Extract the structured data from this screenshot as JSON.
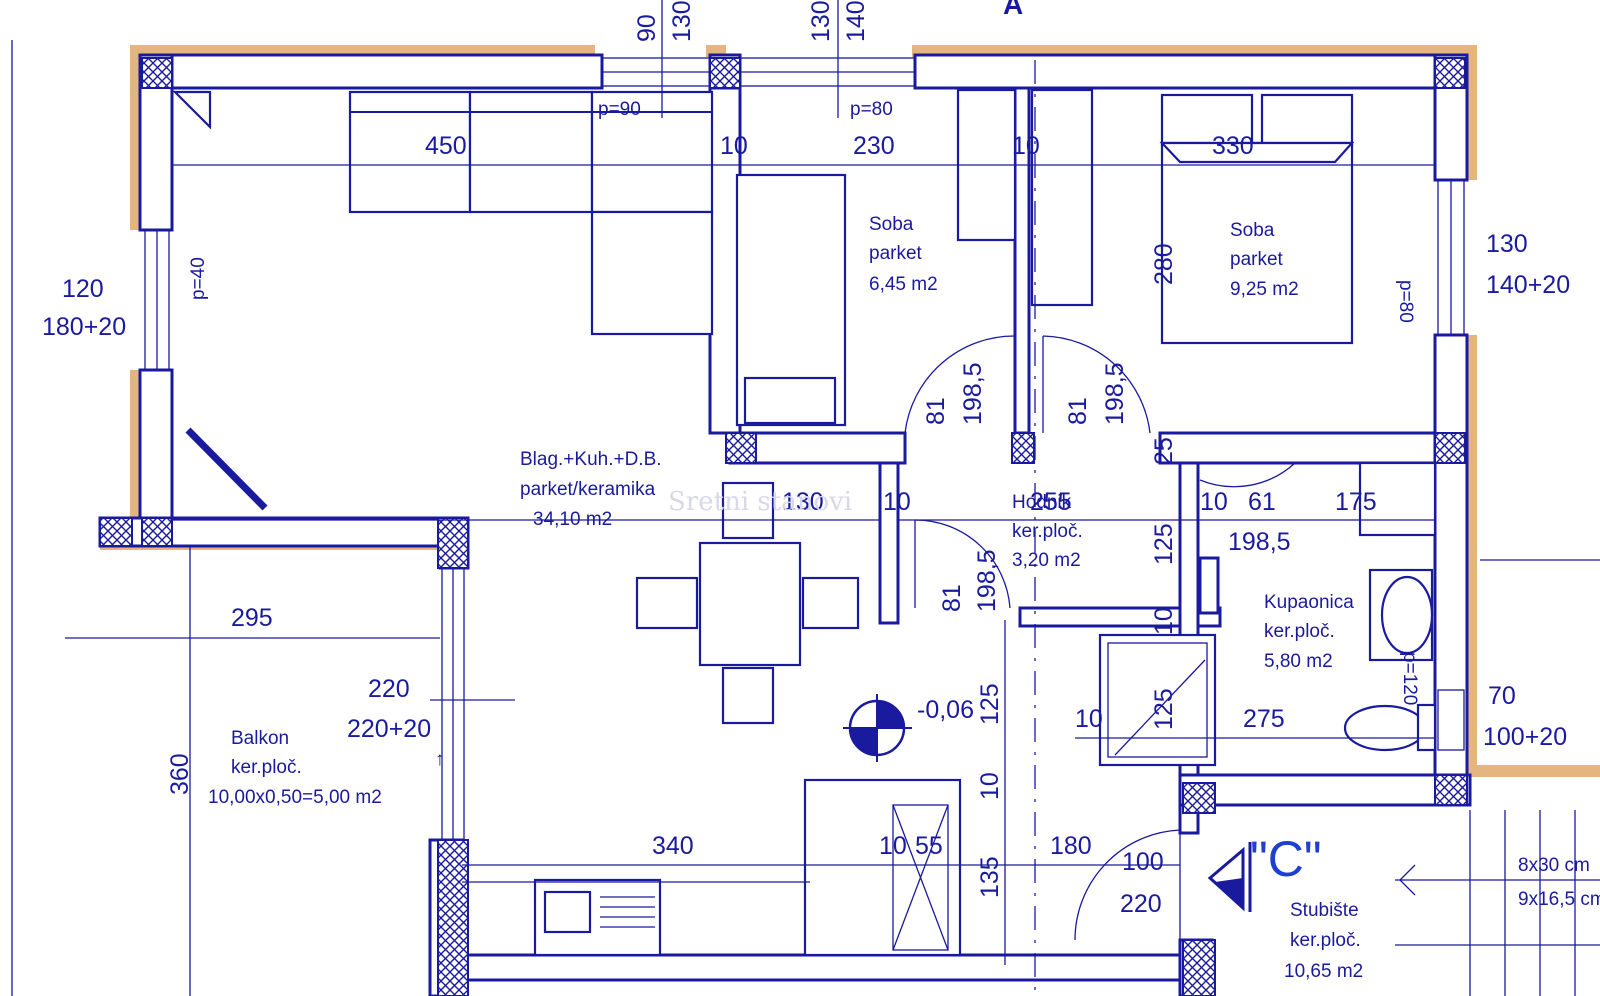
{
  "colors": {
    "line": "#1a1a9e",
    "insulation": "#e4b57f",
    "stair_label": "#1e3fd0",
    "background": "#ffffff"
  },
  "rooms": {
    "soba1": {
      "name": "Soba",
      "floor": "parket",
      "area": "6,45 m2"
    },
    "soba2": {
      "name": "Soba",
      "floor": "parket",
      "area": "9,25 m2"
    },
    "living": {
      "name": "Blag.+Kuh.+D.B.",
      "floor": "parket/keramika",
      "area": "34,10 m2"
    },
    "hodnik": {
      "name": "Hodnik",
      "floor": "ker.ploč.",
      "area": "3,20 m2"
    },
    "kupaonica": {
      "name": "Kupaonica",
      "floor": "ker.ploč.",
      "area": "5,80 m2"
    },
    "balkon": {
      "name": "Balkon",
      "floor": "ker.ploč.",
      "area": "10,00x0,50=5,00 m2"
    },
    "stubiste": {
      "name": "Stubište",
      "floor": "ker.ploč.",
      "area": "10,65 m2"
    }
  },
  "windows": {
    "top_left": {
      "upper": "90",
      "lower": "130",
      "parapet": "p=90"
    },
    "top_mid": {
      "upper": "130",
      "lower": "140",
      "parapet": "p=80"
    },
    "left": {
      "width": "120",
      "height": "180+20",
      "parapet": "p=40"
    },
    "right": {
      "width": "130",
      "height": "140+20",
      "parapet": "p=80"
    },
    "balcony_door": {
      "width": "220",
      "height": "220+20"
    },
    "bath": {
      "width": "70",
      "height": "100+20",
      "parapet": "p=120"
    },
    "entrance": {
      "width": "100",
      "height": "220"
    }
  },
  "dimensions": {
    "d450": "450",
    "d10a": "10",
    "d230": "230",
    "d10b": "10",
    "d330": "330",
    "d280": "280",
    "d81a": "81",
    "d1985a": "198,5",
    "d81b": "81",
    "d1985b": "198,5",
    "d25": "25",
    "d130": "130",
    "d10c": "10",
    "d255": "255",
    "d10d": "10",
    "d61": "61",
    "d175": "175",
    "d1985c": "198,5",
    "d125a": "125",
    "d81c": "81",
    "d1985d": "198,5",
    "d295": "295",
    "d360": "360",
    "d10e": "10",
    "d125b": "125",
    "d125c": "125",
    "d10f": "10",
    "d275": "275",
    "d10g": "10",
    "d340": "340",
    "d10h": "10",
    "d55": "55",
    "d135": "135",
    "d180": "180"
  },
  "level": "-0,06",
  "axis_label": "A",
  "stair_label": "\"C\"",
  "stair_notes": {
    "line1": "8x30 cm",
    "line2": "9x16,5 cm"
  },
  "watermark": "Sretni stanovi"
}
